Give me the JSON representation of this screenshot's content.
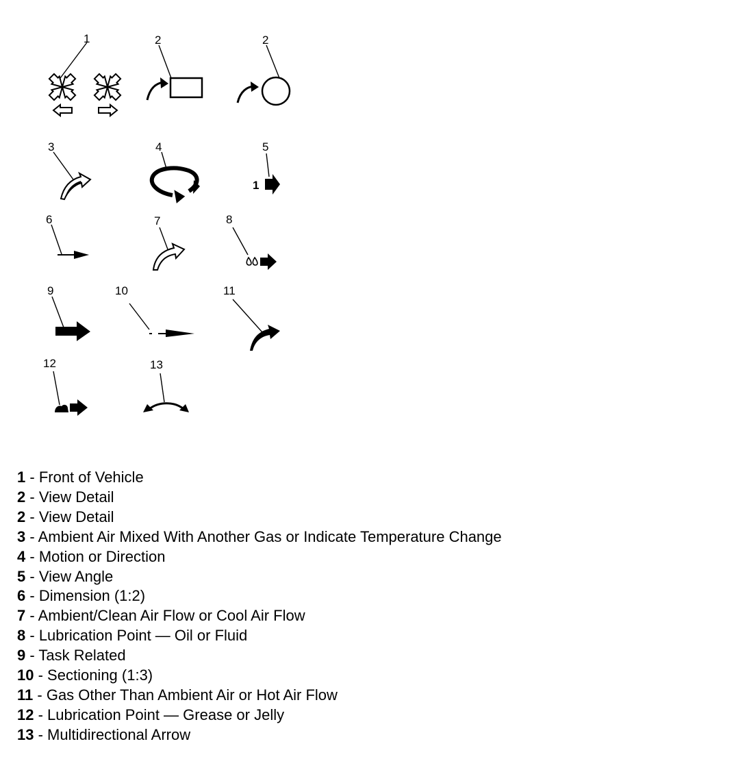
{
  "callouts": {
    "c1": "1",
    "c2a": "2",
    "c2b": "2",
    "c3": "3",
    "c4": "4",
    "c5": "5",
    "c5_inline": "1",
    "c6": "6",
    "c7": "7",
    "c8": "8",
    "c9": "9",
    "c10": "10",
    "c11": "11",
    "c12": "12",
    "c13": "13"
  },
  "legend": [
    {
      "num": "1",
      "sep": " - ",
      "text": "Front of Vehicle"
    },
    {
      "num": "2",
      "sep": " - ",
      "text": "View Detail"
    },
    {
      "num": "2",
      "sep": " - ",
      "text": "View Detail"
    },
    {
      "num": "3",
      "sep": " - ",
      "text": "Ambient Air Mixed With Another Gas or Indicate Temperature Change"
    },
    {
      "num": "4",
      "sep": " - ",
      "text": "Motion or Direction"
    },
    {
      "num": "5",
      "sep": " - ",
      "text": "View Angle"
    },
    {
      "num": "6",
      "sep": " - ",
      "text": "Dimension (1:2)"
    },
    {
      "num": "7",
      "sep": " - ",
      "text": "Ambient/Clean Air Flow or Cool Air Flow"
    },
    {
      "num": "8",
      "sep": " - ",
      "text": "Lubrication Point — Oil or Fluid"
    },
    {
      "num": "9",
      "sep": " - ",
      "text": "Task Related"
    },
    {
      "num": "10",
      "sep": " - ",
      "text": "Sectioning (1:3)"
    },
    {
      "num": "11",
      "sep": " - ",
      "text": "Gas Other Than Ambient Air or Hot Air Flow"
    },
    {
      "num": "12",
      "sep": " - ",
      "text": "Lubrication Point — Grease or Jelly"
    },
    {
      "num": "13",
      "sep": " - ",
      "text": "Multidirectional Arrow"
    }
  ]
}
